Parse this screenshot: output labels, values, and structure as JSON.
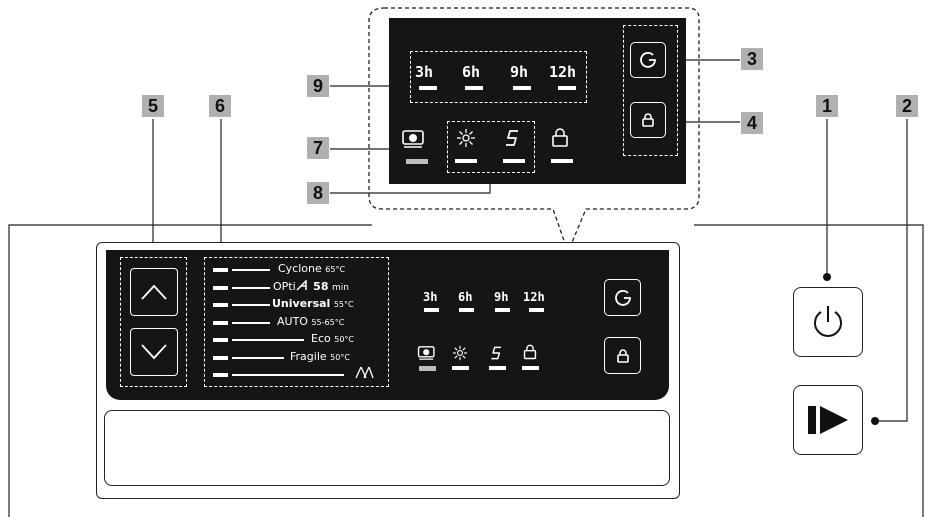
{
  "callouts": [
    "1",
    "2",
    "3",
    "4",
    "5",
    "6",
    "7",
    "8",
    "9"
  ],
  "timer_labels": [
    "3h",
    "6h",
    "9h",
    "12h"
  ],
  "programs": [
    {
      "name": "Cyclone",
      "temp": "65°C"
    },
    {
      "name": "OPti",
      "extra": "58",
      "unit": "min"
    },
    {
      "name": "Universal",
      "temp": "55°C"
    },
    {
      "name": "AUTO",
      "temp": "55-65°C"
    },
    {
      "name": "Eco",
      "temp": "50°C"
    },
    {
      "name": "Fragile",
      "temp": "50°C"
    },
    {
      "name": "",
      "temp": ""
    }
  ],
  "icons": {
    "power": "power-icon",
    "start": "play-pause-icon",
    "delay": "delay-timer-icon",
    "lock": "child-lock-icon",
    "up": "chevron-up-icon",
    "down": "chevron-down-icon",
    "tablet": "tablet-icon",
    "rinse": "rinse-aid-icon",
    "salt": "salt-icon",
    "glass": "glass-icon"
  },
  "colors": {
    "panel": "#151515",
    "badge": "#b0b0b0",
    "led": "#ffffff"
  }
}
